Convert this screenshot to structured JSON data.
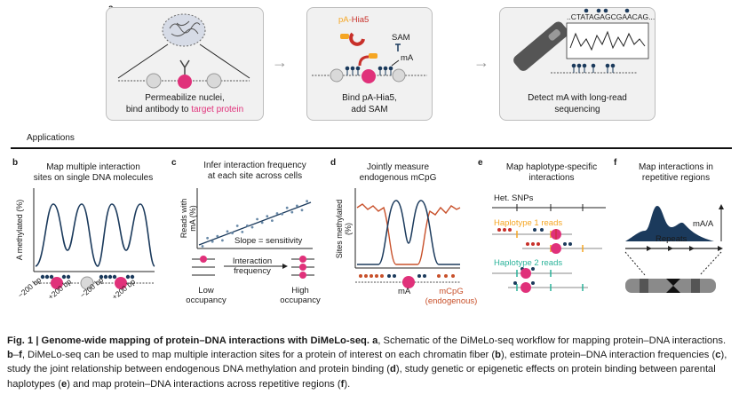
{
  "panel_a": {
    "letter": "a",
    "step1": {
      "line1": "Permeabilize nuclei,",
      "line2_prefix": "bind antibody to ",
      "line2_highlight": "target protein"
    },
    "step2": {
      "pa_label": "pA-",
      "hia5_label": "Hia5",
      "sam_label": "SAM",
      "ma_label": "mA",
      "line1": "Bind pA-Hia5,",
      "line2": "add SAM"
    },
    "step3": {
      "read_text": "..CTATAGAGCGAACAG...",
      "line1": "Detect mA with long-read",
      "line2": "sequencing"
    }
  },
  "applications_label": "Applications",
  "panel_b": {
    "letter": "b",
    "title1": "Map multiple interaction",
    "title2": "sites on single DNA molecules",
    "ylabel": "A methylated (%)",
    "ticks": [
      "−200 bp",
      "+200 bp",
      "−200 bp",
      "+200 bp"
    ]
  },
  "panel_c": {
    "letter": "c",
    "title1": "Infer interaction frequency",
    "title2": "at each site across cells",
    "ylabel1": "Reads with",
    "ylabel2": "mA (%)",
    "slope": "Slope = sensitivity",
    "freq1": "Interaction",
    "freq2": "frequency",
    "low1": "Low",
    "low2": "occupancy",
    "high1": "High",
    "high2": "occupancy"
  },
  "panel_d": {
    "letter": "d",
    "title1": "Jointly measure",
    "title2": "endogenous mCpG",
    "ylabel1": "Sites methylated",
    "ylabel2": "(%)",
    "ma": "mA",
    "mcpg": "mCpG",
    "endog": "(endogenous)"
  },
  "panel_e": {
    "letter": "e",
    "title1": "Map haplotype-specific",
    "title2": "interactions",
    "snps": "Het. SNPs",
    "hap1": "Haplotype 1 reads",
    "hap2": "Haplotype 2 reads"
  },
  "panel_f": {
    "letter": "f",
    "title1": "Map interactions in",
    "title2": "repetitive regions",
    "ma_a": "mA/A",
    "repeats": "Repeats"
  },
  "caption": {
    "bold": "Fig. 1 | Genome-wide mapping of protein–DNA interactions with DiMeLo-seq.",
    "t1": " ",
    "a": "a",
    "t2": ", Schematic of the DiMeLo-seq workflow for mapping protein–DNA interactions. ",
    "bf": "b",
    "t3": "–",
    "f1": "f",
    "t4": ", DiMeLo-seq can be used to map multiple interaction sites for a protein of interest on each chromatin fiber (",
    "b": "b",
    "t5": "), estimate protein–DNA interaction frequencies (",
    "c": "c",
    "t6": "), study the joint relationship between endogenous DNA methylation and protein binding (",
    "d": "d",
    "t7": "), study genetic or epigenetic effects on protein binding between parental haplotypes (",
    "e": "e",
    "t8": ") and map protein–DNA interactions across repetitive regions (",
    "f": "f",
    "t9": ")."
  },
  "colors": {
    "magenta": "#e0317a",
    "orange": "#f5a623",
    "teal": "#2bb39a",
    "navy": "#1b3a5c",
    "rust": "#c8502a",
    "gray_box": "#f1f1f1"
  }
}
